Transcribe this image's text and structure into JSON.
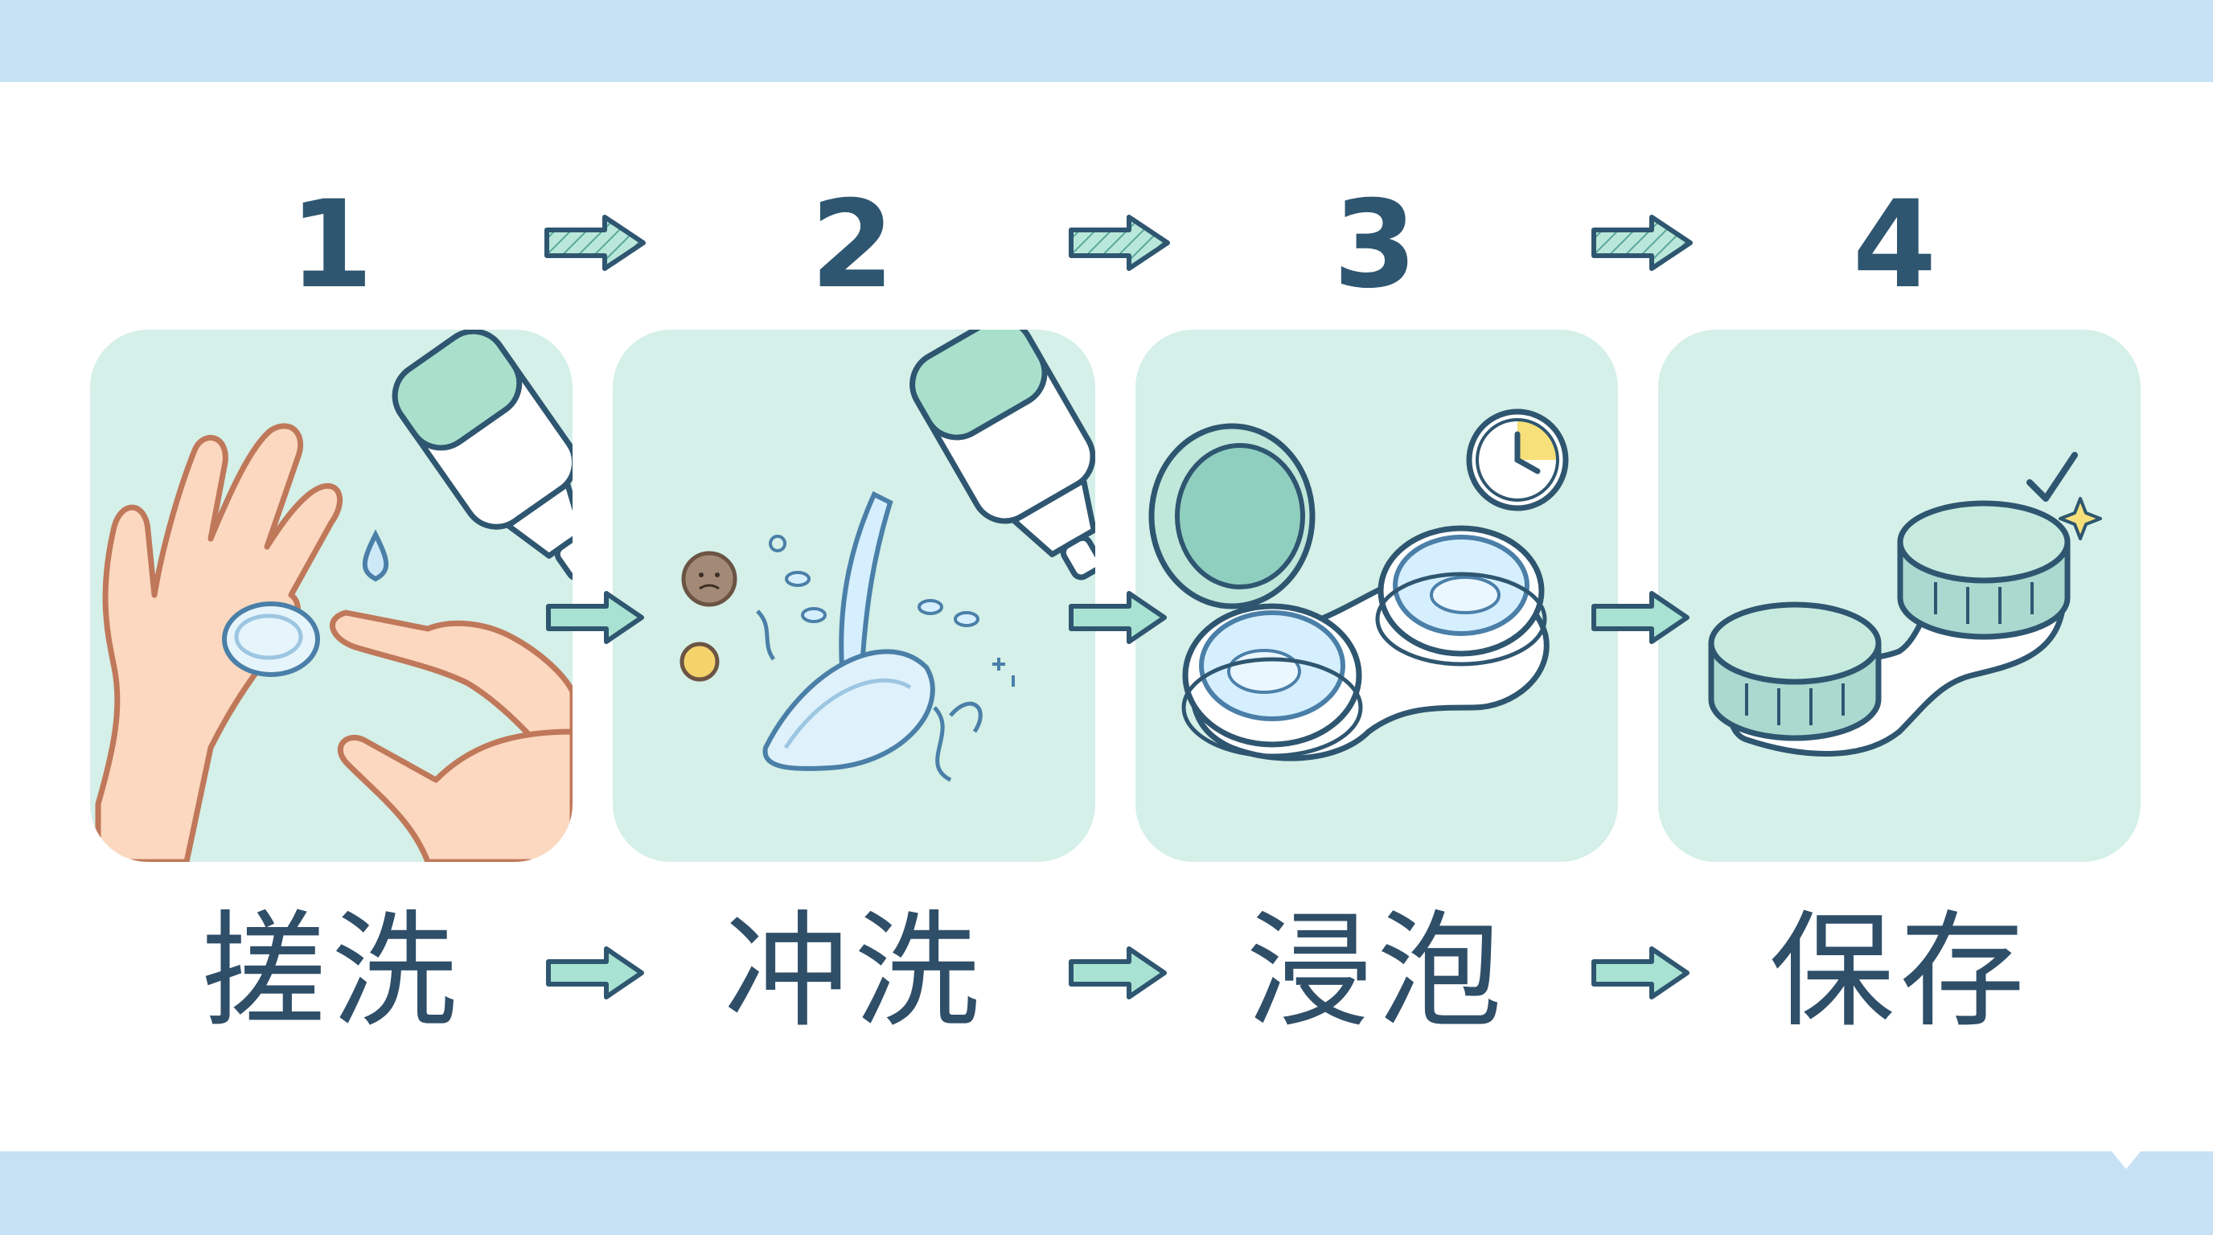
{
  "steps": [
    {
      "number": "1",
      "label": "搓洗",
      "icon": "hand-rubbing-lens-icon"
    },
    {
      "number": "2",
      "label": "冲洗",
      "icon": "solution-rinsing-lens-icon"
    },
    {
      "number": "3",
      "label": "浸泡",
      "icon": "lens-case-soaking-icon"
    },
    {
      "number": "4",
      "label": "保存",
      "icon": "closed-lens-case-icon"
    }
  ],
  "colors": {
    "band": "#c6e0f4",
    "panel": "#d4f0e8",
    "text": "#2f4e68",
    "arrow": "#8fd6c0"
  }
}
